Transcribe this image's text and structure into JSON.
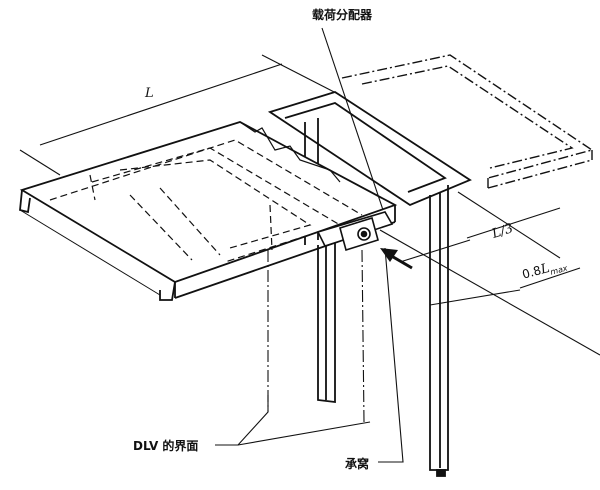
{
  "labels": {
    "load_distributor": "载荷分配器",
    "length": "L",
    "third_length": "L/3",
    "max_length_prefix": "0.8",
    "max_length_var": "L",
    "max_length_sub": "max",
    "dlv_interface": "DLV 的界面",
    "socket": "承窝"
  }
}
